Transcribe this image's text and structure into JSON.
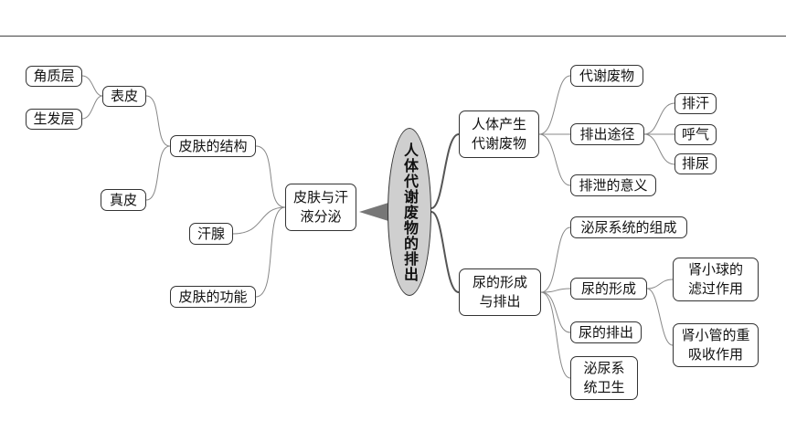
{
  "center": "人体代谢废物的排出",
  "left": {
    "hub": "皮肤与汗\n液分泌",
    "structure": "皮肤的结构",
    "epidermis": "表皮",
    "stratum_corneum": "角质层",
    "stratum_germinativum": "生发层",
    "dermis": "真皮",
    "sweat_gland": "汗腺",
    "function": "皮肤的功能"
  },
  "right": {
    "production": "人体产生\n代谢废物",
    "waste": "代谢废物",
    "routes": "排出途径",
    "sweat": "排汗",
    "breathing": "呼气",
    "urination": "排尿",
    "significance": "排泄的意义",
    "urine": "尿的形成\n与排出",
    "urinary_system": "泌尿系统的组成",
    "urine_formation": "尿的形成",
    "glomerulus": "肾小球的\n滤过作用",
    "tubule": "肾小管的重\n吸收作用",
    "urine_discharge": "尿的排出",
    "hygiene": "泌尿系\n统卫生"
  }
}
